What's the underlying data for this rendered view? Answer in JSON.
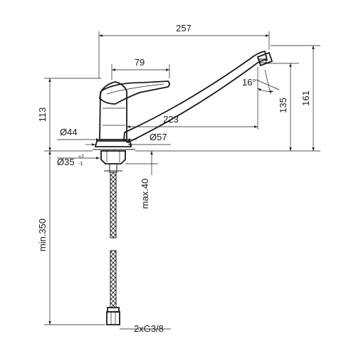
{
  "drawing": {
    "dimensions": {
      "overall_length": "257",
      "lever_length": "79",
      "spout_reach": "223",
      "spout_angle": "16°",
      "spout_outlet_height": "135",
      "overall_height": "161",
      "body_height": "113",
      "body_diameter": "Ø44",
      "base_diameter": "Ø57",
      "mount_hole_diameter": "Ø35",
      "mount_hole_tolerance_plus": "+2",
      "mount_hole_tolerance_minus": "-1",
      "max_counter_thickness": "max.40",
      "hose_min_length": "min.350",
      "hose_connection": "2xG3/8"
    }
  }
}
